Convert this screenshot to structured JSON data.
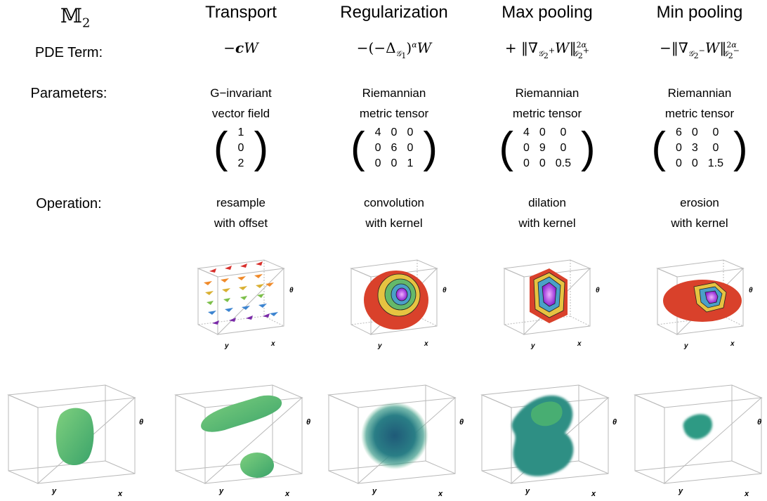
{
  "corner_label": "𝕄",
  "corner_sub": "2",
  "columns": [
    {
      "title": "Transport",
      "formula": "−cW",
      "param_line1": "G−invariant",
      "param_line2": "vector field",
      "matrix": [
        [
          "1"
        ],
        [
          "0"
        ],
        [
          "2"
        ]
      ],
      "op_line1": "resample",
      "op_line2": "with offset"
    },
    {
      "title": "Regularization",
      "formula": "−(−Δ𝒢₁)^α W",
      "param_line1": "Riemannian",
      "param_line2": "metric tensor",
      "matrix": [
        [
          "4",
          "0",
          "0"
        ],
        [
          "0",
          "6",
          "0"
        ],
        [
          "0",
          "0",
          "1"
        ]
      ],
      "op_line1": "convolution",
      "op_line2": "with kernel"
    },
    {
      "title": "Max pooling",
      "formula": "+‖∇𝒢₂⁺W‖²ᵅ",
      "param_line1": "Riemannian",
      "param_line2": "metric tensor",
      "matrix": [
        [
          "4",
          "0",
          "0"
        ],
        [
          "0",
          "9",
          "0"
        ],
        [
          "0",
          "0",
          "0.5"
        ]
      ],
      "op_line1": "dilation",
      "op_line2": "with kernel"
    },
    {
      "title": "Min pooling",
      "formula": "−‖∇𝒢₂⁻W‖²ᵅ",
      "param_line1": "Riemannian",
      "param_line2": "metric tensor",
      "matrix": [
        [
          "6",
          "0",
          "0"
        ],
        [
          "0",
          "3",
          "0"
        ],
        [
          "0",
          "0",
          "1.5"
        ]
      ],
      "op_line1": "erosion",
      "op_line2": "with kernel"
    }
  ],
  "row_labels": {
    "pde": "PDE Term:",
    "params": "Parameters:",
    "operation": "Operation:"
  },
  "axis_labels": {
    "x": "x",
    "y": "y",
    "theta": "θ"
  },
  "colors": {
    "volume_green": "#4fb56e",
    "volume_teal": "#2f7f86",
    "surface_red": "#e0452c",
    "surface_purple": "#a33be0"
  }
}
